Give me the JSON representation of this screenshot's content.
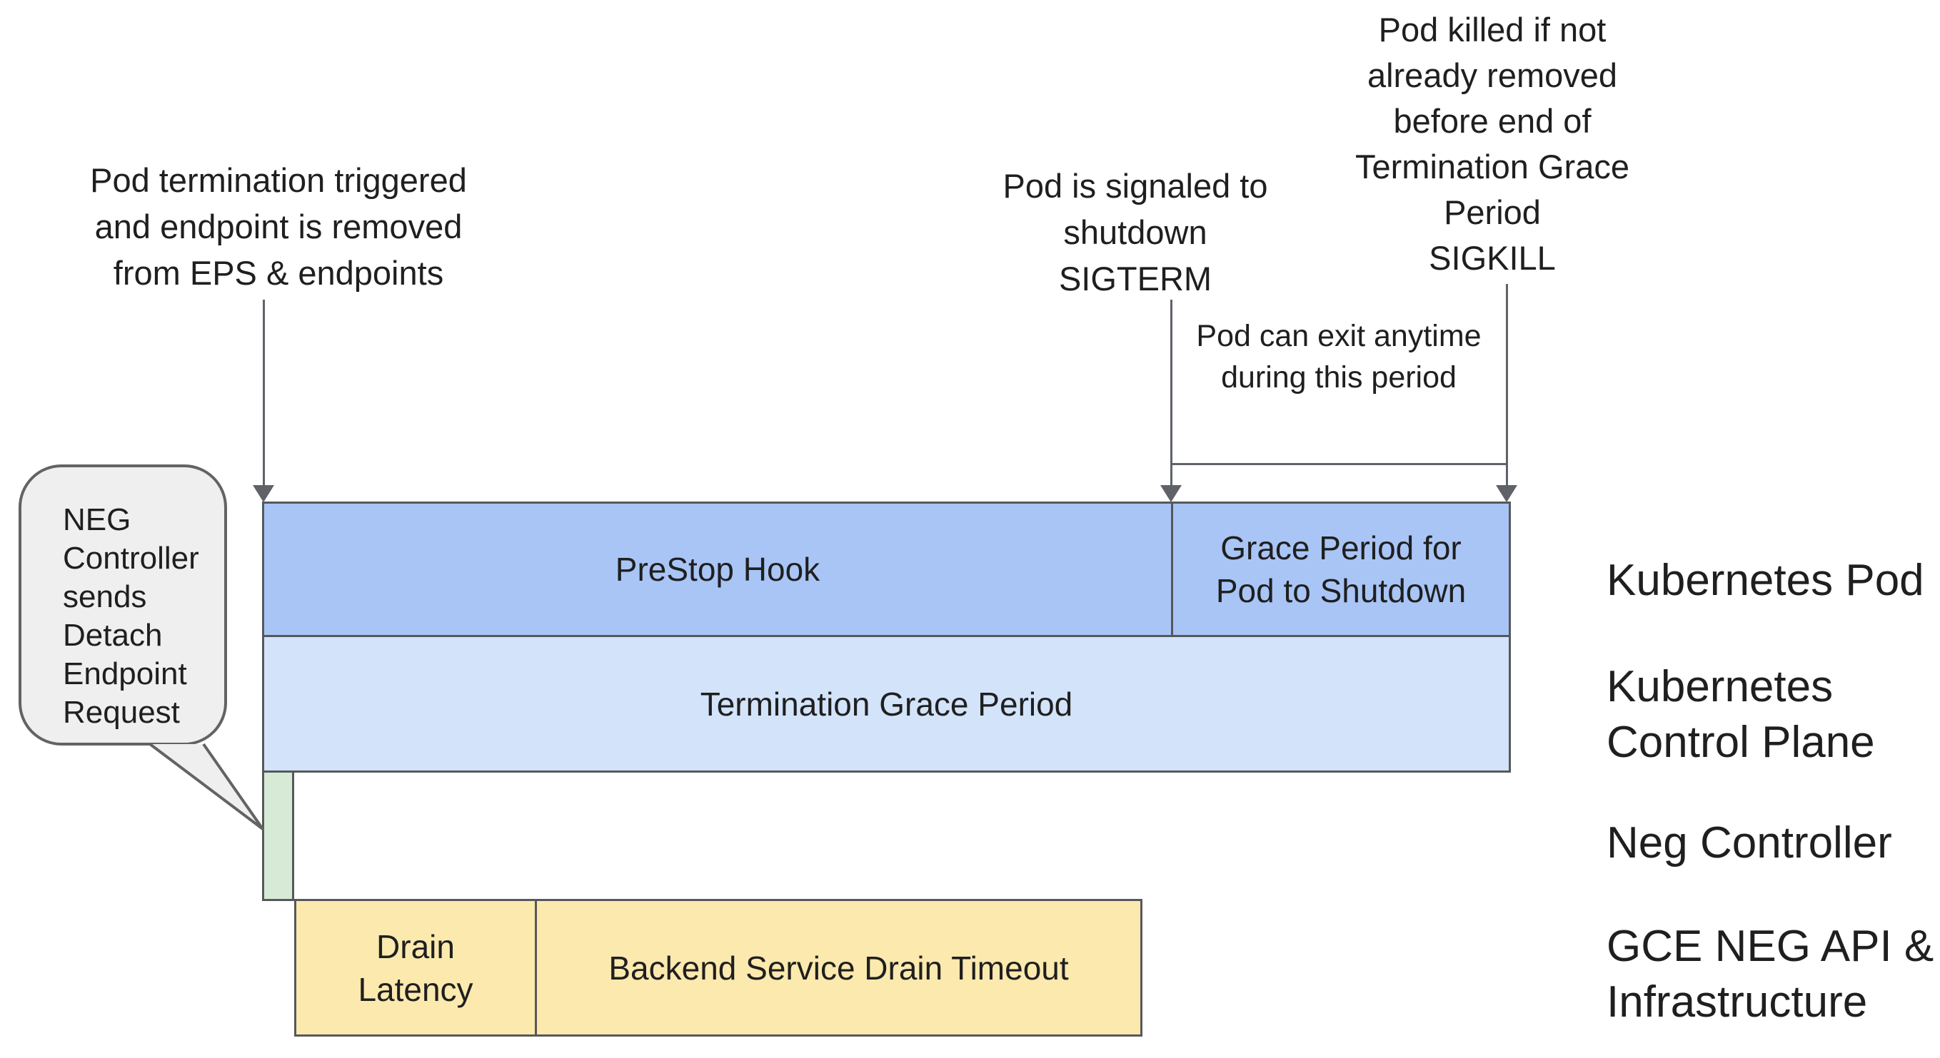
{
  "colors": {
    "bar-blue": "#a9c5f6",
    "bar-lightblue": "#d3e3fa",
    "bar-green": "#d7ead6",
    "bar-yellow": "#fbe9ae",
    "line": "#5f6368",
    "bar-border": "#55585c",
    "text": "#1f1f1f",
    "callout-fill": "#efefef",
    "callout-border": "#636363"
  },
  "annotations": {
    "pod_termination": {
      "line1": "Pod termination triggered",
      "line2": "and endpoint is removed",
      "line3": "from EPS & endpoints"
    },
    "sigterm": {
      "line1": "Pod is signaled to",
      "line2": "shutdown",
      "line3": "SIGTERM"
    },
    "sigkill": {
      "line1": "Pod killed if not",
      "line2": "already removed",
      "line3": "before end of",
      "line4": "Termination Grace",
      "line5": "Period",
      "line6": "SIGKILL"
    },
    "exit_anytime": {
      "line1": "Pod can exit anytime",
      "line2": "during this period"
    }
  },
  "callout": {
    "line1": "NEG",
    "line2": "Controller",
    "line3": "sends",
    "line4": "Detach",
    "line5": "Endpoint",
    "line6": "Request"
  },
  "bars": {
    "prestop_label": "PreStop Hook",
    "grace_line1": "Grace Period for",
    "grace_line2": "Pod to Shutdown",
    "termination_label": "Termination Grace Period",
    "drain_line1": "Drain",
    "drain_line2": "Latency",
    "backend_label": "Backend Service Drain Timeout"
  },
  "lanes": {
    "pod": "Kubernetes Pod",
    "control_line1": "Kubernetes",
    "control_line2": "Control Plane",
    "neg": "Neg Controller",
    "gce_line1": "GCE NEG API &",
    "gce_line2": "Infrastructure"
  }
}
